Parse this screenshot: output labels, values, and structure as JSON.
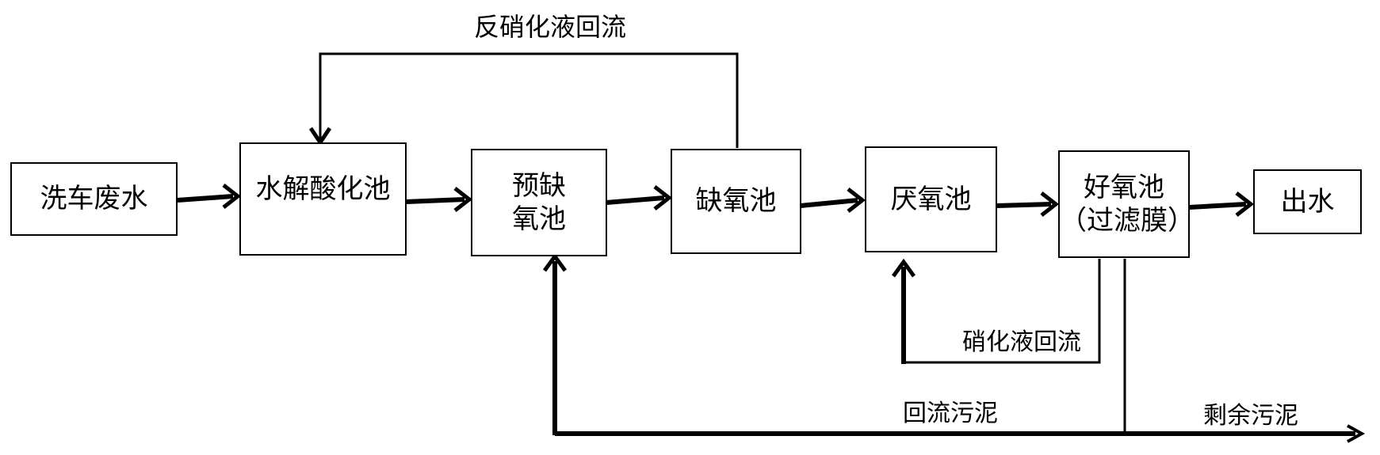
{
  "diagram": {
    "nodes": {
      "wastewater": "洗车废水",
      "hydrolysis": "水解酸化池",
      "pre_anoxic": "预缺\n氧池",
      "anoxic": "缺氧池",
      "anaerobic": "厌氧池",
      "aerobic": "好氧池\n（过滤膜）",
      "effluent": "出水"
    },
    "labels": {
      "denitrification_return": "反硝化液回流",
      "nitrification_return": "硝化液回流",
      "return_sludge": "回流污泥",
      "excess_sludge": "剩余污泥"
    }
  }
}
